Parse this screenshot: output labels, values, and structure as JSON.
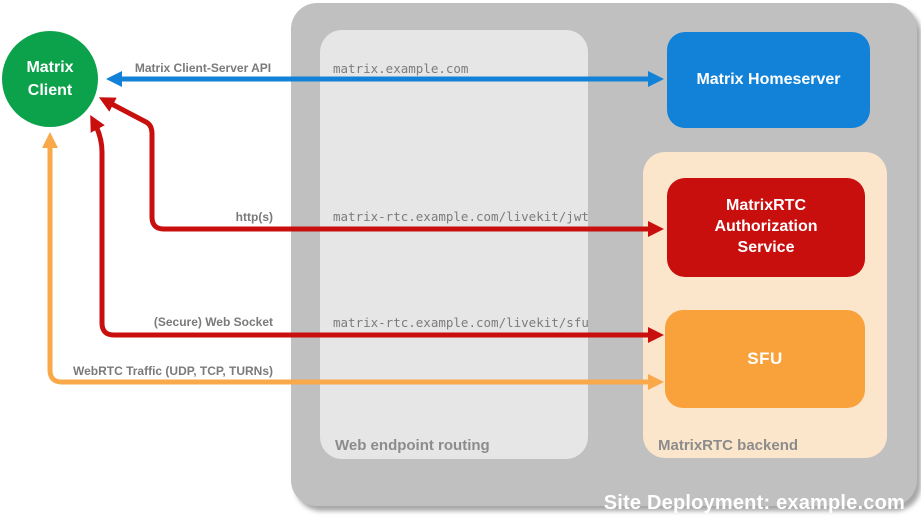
{
  "colors": {
    "green": "#0CA24C",
    "blue": "#1182D8",
    "red": "#C90E0E",
    "orange": "#F9A23C",
    "orange_line": "#F9A94A",
    "peach": "#FBE6CC",
    "outer_gray": "#C0C0C0",
    "inner_gray": "#E6E6E6",
    "label_gray": "#8C8C8C",
    "text_gray": "#7A7A7A"
  },
  "client": {
    "label": "Matrix Client"
  },
  "containers": {
    "site": {
      "label": "Site Deployment: example.com"
    },
    "routing": {
      "label": "Web endpoint routing"
    },
    "backend": {
      "label": "MatrixRTC backend"
    }
  },
  "nodes": {
    "homeserver": {
      "label": "Matrix Homeserver",
      "color": "#1182D8"
    },
    "auth_service": {
      "label": "MatrixRTC Authorization Service",
      "color": "#C90E0E"
    },
    "sfu": {
      "label": "SFU",
      "color": "#F9A23C"
    }
  },
  "endpoints": {
    "homeserver": "matrix.example.com",
    "jwt": "matrix-rtc.example.com/livekit/jwt",
    "sfu": "matrix-rtc.example.com/livekit/sfu"
  },
  "connections": {
    "client_server_api": {
      "label": "Matrix Client-Server API",
      "color": "#1182D8",
      "from": "Matrix Client",
      "to": "Matrix Homeserver",
      "bidirectional": true
    },
    "https": {
      "label": "http(s)",
      "color": "#C90E0E",
      "from": "Matrix Client",
      "to": "MatrixRTC Authorization Service",
      "bidirectional": true
    },
    "websocket": {
      "label": "(Secure) Web Socket",
      "color": "#C90E0E",
      "from": "Matrix Client",
      "to": "SFU",
      "bidirectional": true
    },
    "webrtc": {
      "label": "WebRTC Traffic (UDP, TCP, TURNs)",
      "color": "#F9A94A",
      "from": "Matrix Client",
      "to": "SFU",
      "bidirectional": true
    }
  }
}
